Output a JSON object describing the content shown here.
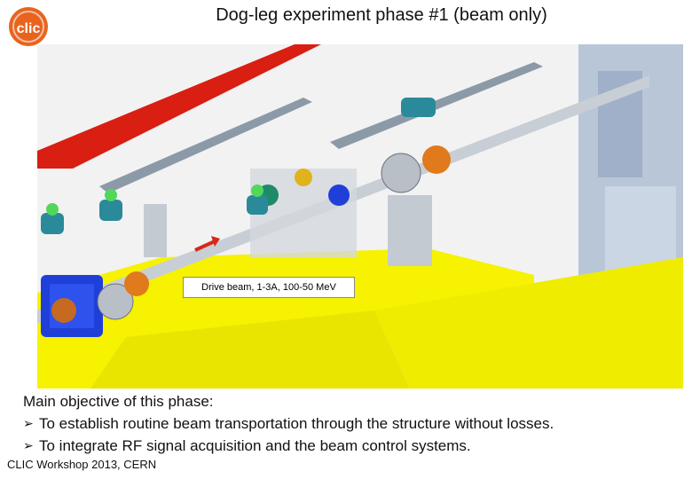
{
  "slide": {
    "title": "Dog-leg experiment phase #1 (beam only)",
    "logo_text": "clic",
    "figure_label": "Drive beam, 1-3A, 100-50 MeV",
    "objective_heading": "Main objective of this phase:",
    "bullets": [
      "To establish routine beam transportation through the structure without losses.",
      "To integrate RF signal acquisition and the beam control systems."
    ],
    "bullet_icon": "arrow-bullet-icon",
    "footer": "CLIC Workshop 2013, CERN"
  },
  "colors": {
    "beam_arrow": "#d42a1a",
    "support_yellow": "#f6f200",
    "rail_red": "#d91e12",
    "magnet_blue": "#1f3fd8",
    "logo_orange": "#e8641e"
  }
}
